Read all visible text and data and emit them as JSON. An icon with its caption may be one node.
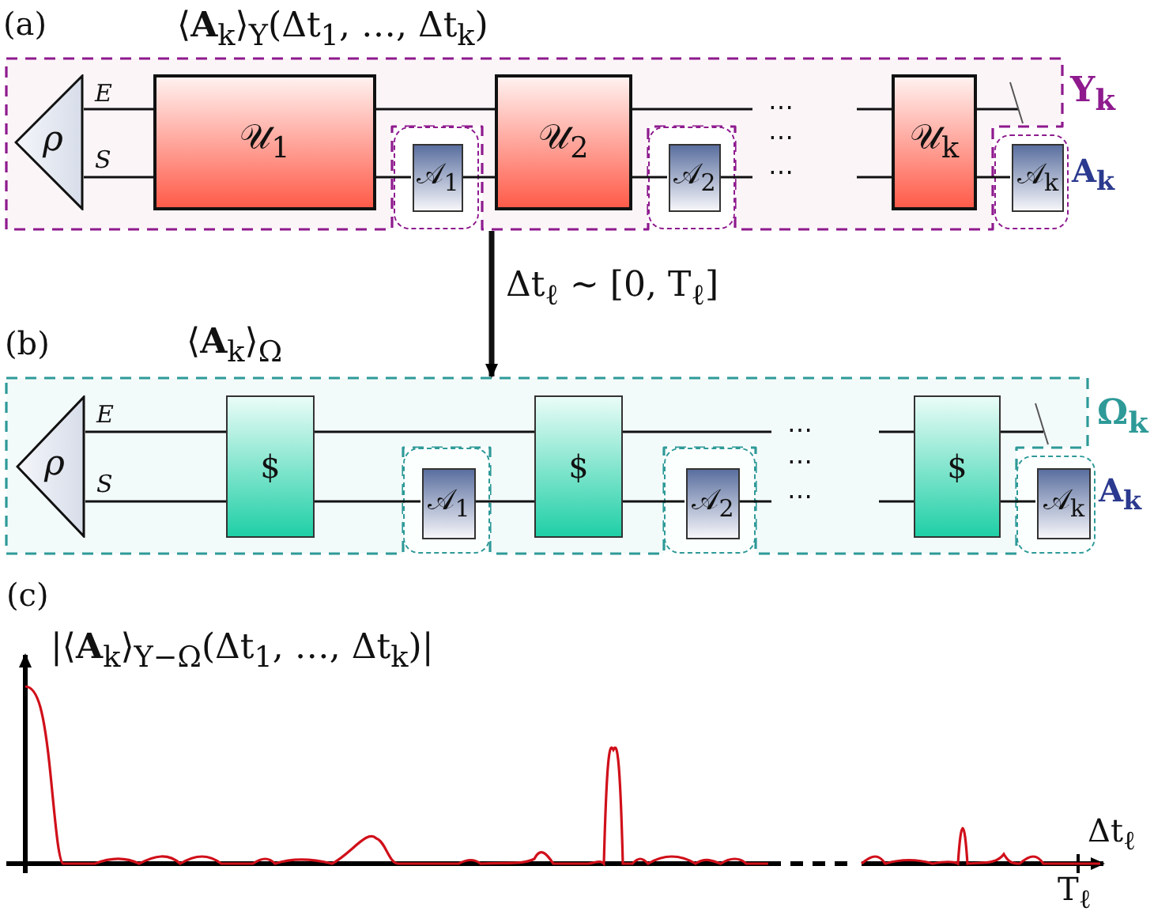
{
  "diagram": {
    "nodes": [
      {
        "text": [
          "Υ$_{k}$"
        ]
      },
      {
        "text": [
          "ρ"
        ],
        "in": 0
      },
      {
        "text": [
          "𝒰$_{1}$"
        ],
        "in": 0
      },
      {
        "text": [],
        "shape": "box"
      },
      {
        "text": [
          "𝒜$_{1}$"
        ],
        "in": 3
      },
      {
        "text": [
          "𝒰$_{2}$"
        ],
        "in": 0
      },
      {
        "text": [],
        "shape": "box"
      },
      {
        "text": [
          "𝒜$_{2}$"
        ],
        "in": 6
      },
      {
        "text": [
          "𝒰$_{k}$"
        ],
        "in": 0
      },
      {
        "text": [],
        "shape": "box"
      },
      {
        "text": [
          "𝒜$_{k}$"
        ],
        "in": 9
      },
      {
        "text": [
          "Ω$_{k}$"
        ]
      },
      {
        "text": [
          "ρ"
        ],
        "in": 11
      },
      {
        "text": [
          "$"
        ],
        "in": 11
      },
      {
        "text": [],
        "shape": "box"
      },
      {
        "text": [
          "𝒜$_{1}$"
        ],
        "in": 14
      },
      {
        "text": [
          "$"
        ],
        "in": 11
      },
      {
        "text": [],
        "shape": "box"
      },
      {
        "text": [
          "𝒜$_{2}$"
        ],
        "in": 17
      },
      {
        "text": [
          "$"
        ],
        "in": 11
      },
      {
        "text": [],
        "shape": "box"
      },
      {
        "text": [
          "𝒜$_{k}$"
        ],
        "in": 20
      }
    ],
    "edges": [
      {
        "from": 1,
        "to": 2,
        "arrow": "none",
        "label": "E"
      },
      {
        "from": 1,
        "to": 2,
        "arrow": "none",
        "label": "S"
      },
      {
        "from": 2,
        "to": 5,
        "arrow": "none"
      },
      {
        "from": 2,
        "to": 4,
        "arrow": "none"
      },
      {
        "from": 4,
        "to": 5,
        "arrow": "none"
      },
      {
        "from": 5,
        "to": null,
        "arrow": "none"
      },
      {
        "from": 5,
        "to": 7,
        "arrow": "none"
      },
      {
        "from": 7,
        "to": null,
        "arrow": "none"
      },
      {
        "from": null,
        "to": 8,
        "arrow": "none"
      },
      {
        "from": null,
        "to": 8,
        "arrow": "none"
      },
      {
        "from": 8,
        "to": null,
        "arrow": "none"
      },
      {
        "from": 8,
        "to": 10,
        "arrow": "none"
      },
      {
        "from": 0,
        "to": 11,
        "arrow": "to",
        "label": "Δt$_{ℓ}$ ∼ [0, T$_{ℓ}$]",
        "style": "thick"
      },
      {
        "from": 12,
        "to": 13,
        "arrow": "none",
        "label": "E"
      },
      {
        "from": 12,
        "to": 13,
        "arrow": "none",
        "label": "S"
      },
      {
        "from": 13,
        "to": 16,
        "arrow": "none"
      },
      {
        "from": 13,
        "to": 15,
        "arrow": "none"
      },
      {
        "from": 15,
        "to": 16,
        "arrow": "none"
      },
      {
        "from": 16,
        "to": null,
        "arrow": "none"
      },
      {
        "from": 16,
        "to": 18,
        "arrow": "none"
      },
      {
        "from": 18,
        "to": null,
        "arrow": "none"
      },
      {
        "from": null,
        "to": 19,
        "arrow": "none"
      },
      {
        "from": null,
        "to": 19,
        "arrow": "none"
      },
      {
        "from": 19,
        "to": null,
        "arrow": "none"
      },
      {
        "from": 19,
        "to": 21,
        "arrow": "none"
      }
    ],
    "labels": [
      "(a)",
      "⟨**A**$_{k}$⟩$_{Υ}$(Δt$_{1}$, …, Δt$_{k}$)",
      "⋯",
      "⋯",
      "⋯",
      "A$_{k}$",
      "(b)",
      "⟨**A**$_{k}$⟩$_{Ω}$",
      "⋯",
      "⋯",
      "⋯",
      "A$_{k}$",
      "(c)",
      "|⟨**A**$_{k}$⟩$_{Υ−Ω}$(Δt$_{1}$, …, Δt$_{k}$)|",
      "Δt$_{ℓ}$",
      "T$_{ℓ}$"
    ]
  }
}
